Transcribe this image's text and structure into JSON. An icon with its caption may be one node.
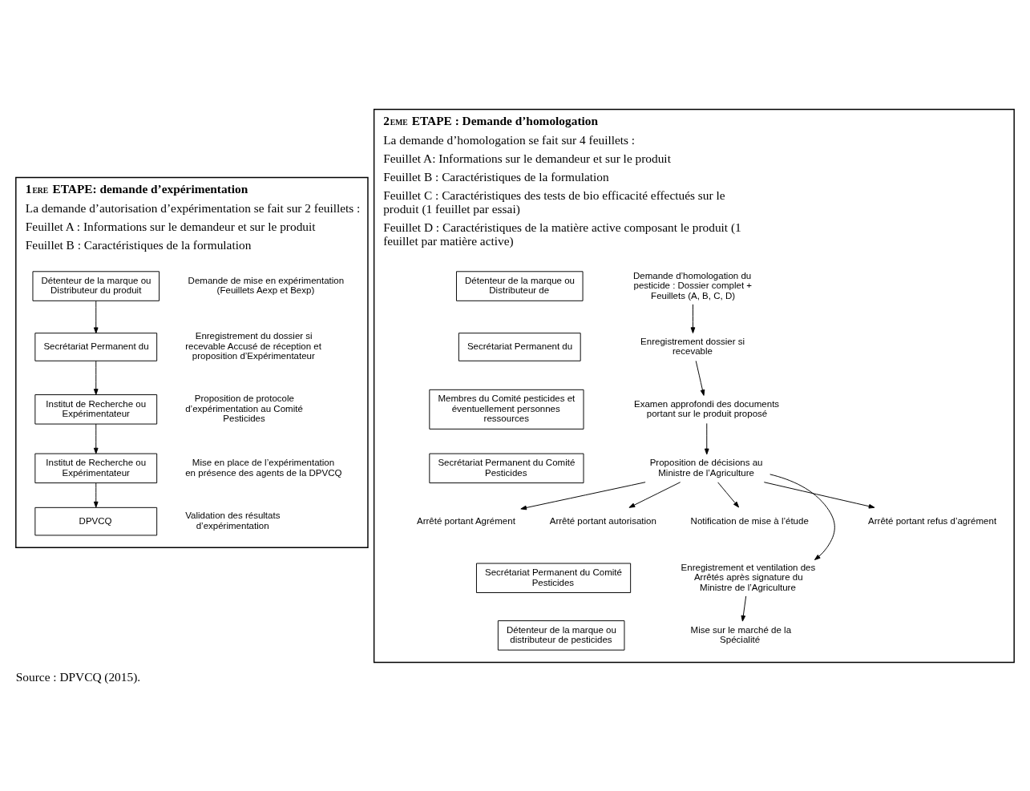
{
  "diagram": {
    "caption": "Source : DPVCQ (2015).",
    "nodes": [
      {
        "text": [
          "1$^{ERE}$ ETAPE: demande d’expérimentation",
          "La demande d’autorisation d’expérimentation se fait sur 2 feuillets :",
          "Feuillet A : Informations sur le demandeur et sur le produit",
          "Feuillet B : Caractéristiques de la formulation"
        ]
      },
      {
        "text": [
          "Détenteur de la marque ou Distributeur du produit"
        ],
        "in": 0,
        "beside": [
          "Demande de mise en expérimentation (Feuillets Aexp et Bexp)"
        ]
      },
      {
        "text": [
          "Secrétariat Permanent du"
        ],
        "in": 0,
        "beside": [
          "Enregistrement du dossier si recevable Accusé de réception et proposition d’Expérimentateur"
        ]
      },
      {
        "text": [
          "Institut de Recherche ou Expérimentateur"
        ],
        "in": 0,
        "beside": [
          "Proposition de protocole d’expérimentation au Comité Pesticides"
        ]
      },
      {
        "text": [
          "Institut de Recherche ou Expérimentateur"
        ],
        "in": 0,
        "beside": [
          "Mise en place de l’expérimentation en présence des agents de la DPVCQ"
        ]
      },
      {
        "text": [
          "DPVCQ"
        ],
        "in": 0,
        "beside": [
          "Validation des résultats d’expérimentation"
        ]
      },
      {
        "text": [
          "2$^{EME}$ ETAPE : Demande d’homologation",
          "La demande d’homologation se fait sur 4 feuillets :",
          "Feuillet A: Informations sur le demandeur et sur le produit",
          "Feuillet B : Caractéristiques de la formulation",
          "Feuillet C : Caractéristiques des tests de bio efficacité effectués sur le produit (1 feuillet par essai)",
          "Feuillet D : Caractéristiques de la matière active composant le produit (1 feuillet par matière active)"
        ]
      },
      {
        "text": [
          "Détenteur de la marque ou Distributeur de"
        ],
        "in": 6
      },
      {
        "text": [
          "Demande d’homologation du pesticide : Dossier complet + Feuillets (A, B, C, D)"
        ],
        "in": 6
      },
      {
        "text": [
          "Secrétariat Permanent du"
        ],
        "in": 6
      },
      {
        "text": [
          "Enregistrement dossier si recevable"
        ],
        "in": 6
      },
      {
        "text": [
          "Membres du Comité pesticides et éventuellement personnes ressources"
        ],
        "in": 6
      },
      {
        "text": [
          "Examen approfondi des documents portant sur le produit proposé"
        ],
        "in": 6
      },
      {
        "text": [
          "Secrétariat Permanent du Comité Pesticides"
        ],
        "in": 6
      },
      {
        "text": [
          "Proposition de décisions au Ministre de l’Agriculture"
        ],
        "in": 6
      },
      {
        "text": [
          "Arrêté portant Agrément"
        ],
        "in": 6
      },
      {
        "text": [
          "Arrêté portant autorisation"
        ],
        "in": 6
      },
      {
        "text": [
          "Notification de mise à l’étude"
        ],
        "in": 6
      },
      {
        "text": [
          "Arrêté portant refus d’agrément"
        ],
        "in": 6
      },
      {
        "text": [
          "Secrétariat Permanent du Comité Pesticides"
        ],
        "in": 6
      },
      {
        "text": [
          "Enregistrement et ventilation des Arrêtés après signature du Ministre de l’Agriculture"
        ],
        "in": 6
      },
      {
        "text": [
          "Détenteur de la marque ou distributeur de pesticides"
        ],
        "in": 6
      },
      {
        "text": [
          "Mise sur le marché de la Spécialité"
        ],
        "in": 6
      }
    ],
    "edges": [
      {
        "from": 1,
        "to": 2,
        "arrow": "to"
      },
      {
        "from": 2,
        "to": 3,
        "arrow": "to"
      },
      {
        "from": 3,
        "to": 4,
        "arrow": "to"
      },
      {
        "from": 4,
        "to": 5,
        "arrow": "to"
      },
      {
        "from": 8,
        "to": 10,
        "arrow": "to"
      },
      {
        "from": 10,
        "to": 12,
        "arrow": "to"
      },
      {
        "from": 12,
        "to": 14,
        "arrow": "to"
      },
      {
        "from": 14,
        "to": 15,
        "arrow": "to"
      },
      {
        "from": 14,
        "to": 16,
        "arrow": "to"
      },
      {
        "from": 14,
        "to": 17,
        "arrow": "to"
      },
      {
        "from": 14,
        "to": 18,
        "arrow": "to"
      },
      {
        "from": 14,
        "to": 20,
        "arrow": "to"
      },
      {
        "from": 20,
        "to": 22,
        "arrow": "to"
      }
    ]
  }
}
